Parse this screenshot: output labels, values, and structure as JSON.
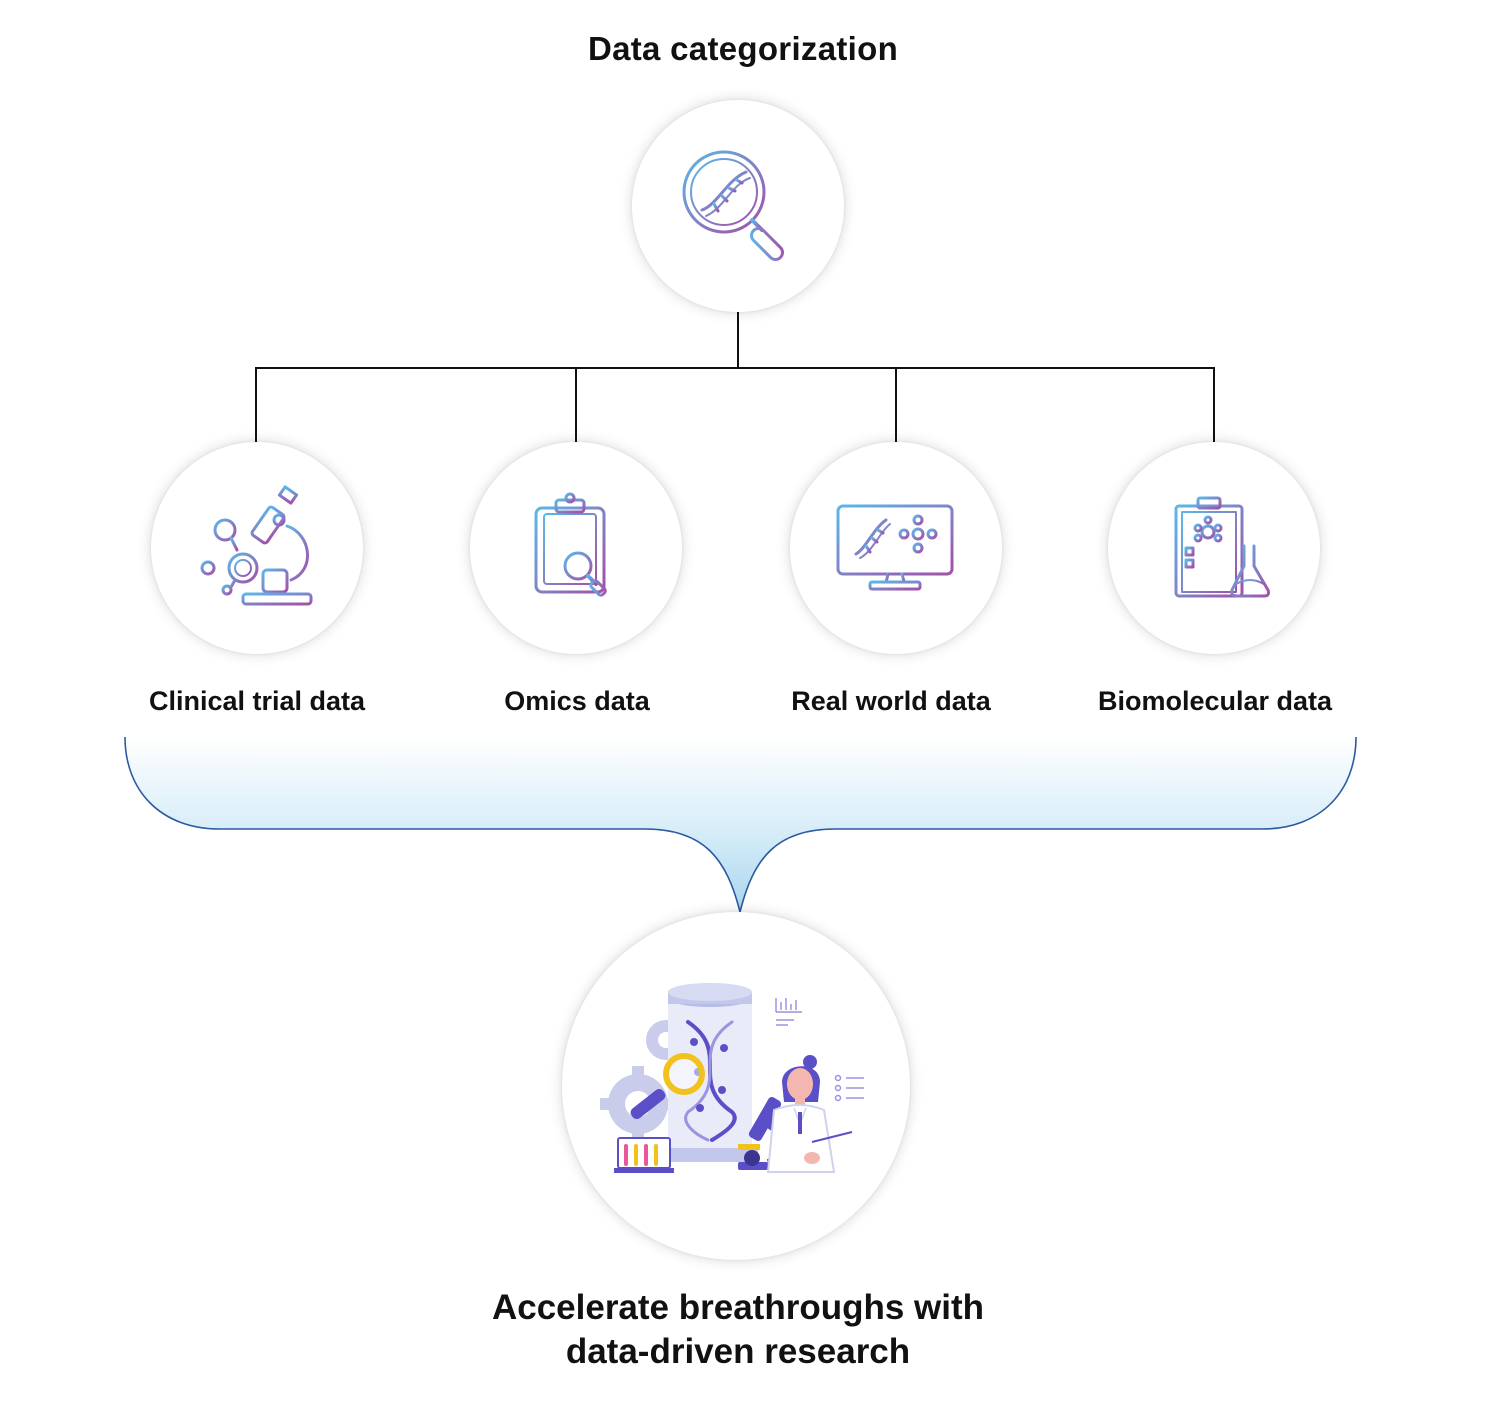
{
  "title": "Data categorization",
  "root": {
    "icon": "dna-magnifier-icon"
  },
  "categories": [
    {
      "label": "Clinical trial data",
      "icon": "microscope-icon"
    },
    {
      "label": "Omics data",
      "icon": "clipboard-search-icon"
    },
    {
      "label": "Real world data",
      "icon": "monitor-dna-icon"
    },
    {
      "label": "Biomolecular data",
      "icon": "clipboard-flask-icon"
    }
  ],
  "outcome": {
    "icon": "scientist-lab-illustration",
    "line1": "Accelerate breathroughs with",
    "line2": "data-driven research"
  },
  "colors": {
    "icon_gradient_start": "#5bb8e8",
    "icon_gradient_end": "#a450a8",
    "bracket_stroke": "#2b5aa0",
    "bracket_fill_top": "#ffffff",
    "bracket_fill_bottom": "#a9d6ee",
    "illustration_purple": "#5b4fc7",
    "illustration_yellow": "#f1c21b",
    "illustration_pink": "#e8589a"
  }
}
